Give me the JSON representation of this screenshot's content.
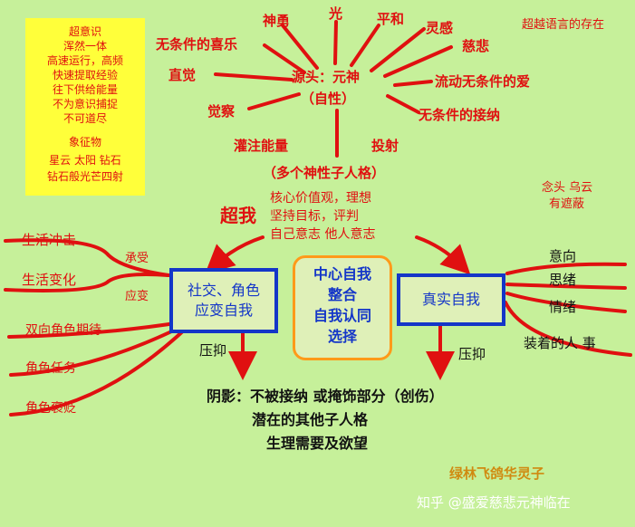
{
  "yellow_box": {
    "lines": [
      "超意识",
      "浑然一体",
      "高速运行，高频",
      "快速提取经验",
      "往下供给能量",
      "不为意识捕捉",
      "不可道尽"
    ],
    "symbol_title": "象征物",
    "symbol_lines": [
      "星云  太阳  钻石",
      "钻石般光芒四射"
    ]
  },
  "top_right_note": "超越语言的存在",
  "source": {
    "line1": "源头：元神",
    "line2": "（自性）"
  },
  "rays": {
    "shenyong": "神勇",
    "guang": "光",
    "pinghe": "平和",
    "linggan": "灵感",
    "cibei": "慈悲",
    "liudong_ai": "流动无条件的爱",
    "jiena": "无条件的接纳",
    "xile": "无条件的喜乐",
    "zhijue": "直觉",
    "juecha": "觉察",
    "guanzhu": "灌注能量",
    "toushe": "投射"
  },
  "multi_persona": "（多个神性子人格）",
  "superego": {
    "title": "超我",
    "lines": [
      "核心价值观，理想",
      "坚持目标，评判",
      "自己意志  他人意志"
    ]
  },
  "right_note": {
    "line1": "念头  乌云",
    "line2": "有遮蔽"
  },
  "left_inputs": {
    "impact": "生活冲击",
    "change": "生活变化",
    "bear": "承受",
    "adapt": "应变",
    "expectation": "双向角色期待",
    "task": "角色任务",
    "judgement": "角色褒贬"
  },
  "social_box": {
    "line1": "社交、角色",
    "line2": "应变自我"
  },
  "center_box": {
    "lines": [
      "中心自我",
      "整合",
      "自我认同",
      "选择"
    ]
  },
  "true_box": "真实自我",
  "right_outputs": {
    "intent": "意向",
    "thought": "思绪",
    "emotion": "情绪",
    "person_event": "装着的人 事"
  },
  "repress_left": "压抑",
  "repress_right": "压抑",
  "shadow": {
    "line1": "阴影：不被接纳 或掩饰部分（创伤）",
    "line2": "潜在的其他子人格",
    "line3": "生理需要及欲望"
  },
  "signature": "绿林飞鸽华灵子",
  "watermark": "知乎 @盛爱慈悲元神临在",
  "colors": {
    "background": "#c6f09a",
    "red": "#e01010",
    "blue": "#1436c8",
    "orange": "#ff9a1a",
    "yellow": "#ffff3a"
  }
}
